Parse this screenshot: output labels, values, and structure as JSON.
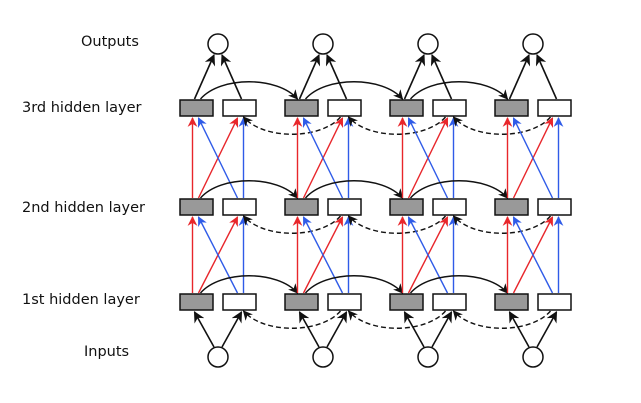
{
  "labels": {
    "outputs": "Outputs",
    "hidden3": "3rd hidden layer",
    "hidden2": "2nd hidden layer",
    "hidden1": "1st hidden layer",
    "inputs": "Inputs"
  },
  "structure": {
    "time_steps": 4,
    "hidden_layers": 3,
    "units_per_layer": [
      "forward (gray)",
      "backward (white)"
    ]
  },
  "colors": {
    "forward_unit_fill": "#999999",
    "backward_unit_fill": "#ffffff",
    "outline": "#111111",
    "forward_connection": "#e8262b",
    "backward_connection": "#2f5be8",
    "recurrent_connection": "#111111"
  }
}
